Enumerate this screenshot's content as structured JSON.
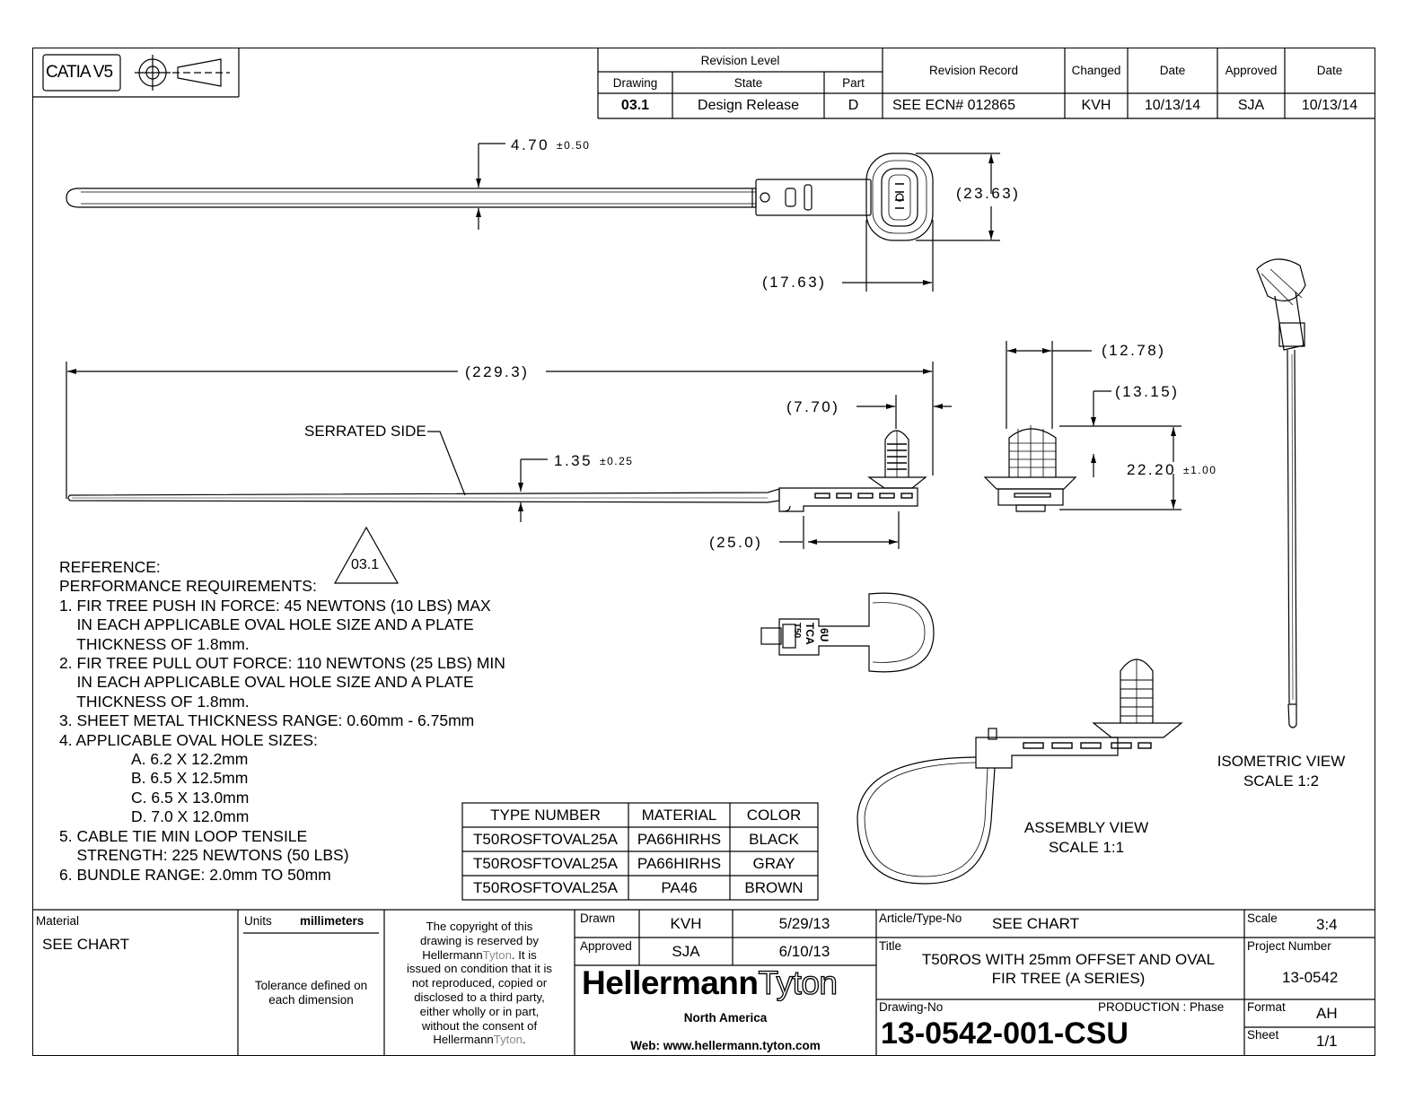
{
  "header": {
    "catia_label": "CATIA V5",
    "revision_level_label": "Revision Level",
    "drawing_label": "Drawing",
    "state_label": "State",
    "part_label": "Part",
    "drawing_value": "03.1",
    "state_value": "Design Release",
    "part_value": "D",
    "revision_record_label": "Revision Record",
    "revision_record_value": "SEE ECN#  012865",
    "changed_label": "Changed",
    "changed_value": "KVH",
    "date_label": "Date",
    "date_value": "10/13/14",
    "approved_label": "Approved",
    "approved_value": "SJA",
    "date2_label": "Date",
    "date2_value": "10/13/14"
  },
  "dimensions": {
    "thickness_top": "4.70",
    "thickness_top_tol": "±0.50",
    "head_height": "(23.63)",
    "head_width": "(17.63)",
    "overall_length": "(229.3)",
    "serrated_side": "SERRATED SIDE",
    "strap_thickness": "1.35",
    "strap_thickness_tol": "±0.25",
    "tree_offset_small": "(7.70)",
    "offset": "(25.0)",
    "tree_width_a": "(12.78)",
    "tree_width_b": "(13.15)",
    "tree_height": "22.20",
    "tree_height_tol": "±1.00"
  },
  "revision_triangle": "03.1",
  "head_marking": [
    "6U",
    "TCA",
    "T50"
  ],
  "notes": {
    "lines": [
      "REFERENCE:",
      "PERFORMANCE REQUIREMENTS:",
      "1. FIR TREE PUSH IN FORCE: 45 NEWTONS (10 LBS) MAX",
      "    IN EACH APPLICABLE OVAL HOLE SIZE AND A PLATE",
      "    THICKNESS OF 1.8mm.",
      "2. FIR TREE PULL OUT FORCE: 110 NEWTONS (25 LBS) MIN",
      "    IN EACH APPLICABLE OVAL HOLE SIZE AND A PLATE",
      "    THICKNESS OF 1.8mm.",
      "3. SHEET METAL THICKNESS RANGE: 0.60mm - 6.75mm",
      "4. APPLICABLE OVAL HOLE SIZES:",
      "A. 6.2 X 12.2mm",
      "B. 6.5 X 12.5mm",
      "C. 6.5 X 13.0mm",
      "D. 7.0 X 12.0mm",
      "5. CABLE TIE MIN LOOP TENSILE",
      "    STRENGTH: 225 NEWTONS (50 LBS)",
      "6. BUNDLE RANGE: 2.0mm TO 50mm"
    ]
  },
  "type_table": {
    "headers": [
      "TYPE NUMBER",
      "MATERIAL",
      "COLOR"
    ],
    "rows": [
      [
        "T50ROSFTOVAL25A",
        "PA66HIRHS",
        "BLACK"
      ],
      [
        "T50ROSFTOVAL25A",
        "PA66HIRHS",
        "GRAY"
      ],
      [
        "T50ROSFTOVAL25A",
        "PA46",
        "BROWN"
      ]
    ]
  },
  "views": {
    "assembly_title": "ASSEMBLY VIEW",
    "assembly_scale": "SCALE 1:1",
    "isometric_title": "ISOMETRIC VIEW",
    "isometric_scale": "SCALE 1:2"
  },
  "title_block": {
    "material_label": "Material",
    "material_value": "SEE CHART",
    "units_label": "Units",
    "units_value": "millimeters",
    "tolerance_line1": "Tolerance defined on",
    "tolerance_line2": "each dimension",
    "copyright": [
      "The copyright of this",
      "drawing is reserved by",
      "issued on condition that it is",
      "not reproduced, copied or",
      "disclosed to a third party,",
      "either wholly or in part,",
      "without the consent of"
    ],
    "copyright_company_a": "Hellermann",
    "copyright_company_b": "Tyton",
    "copyright_tail": ".  It is",
    "drawn_label": "Drawn",
    "drawn_by": "KVH",
    "drawn_date": "5/29/13",
    "approved_label": "Approved",
    "approved_by": "SJA",
    "approved_date": "6/10/13",
    "logo_a": "Hellermann",
    "logo_b": "Tyton",
    "region": "North America",
    "web": "Web: www.hellermann.tyton.com",
    "article_label": "Article/Type-No",
    "article_value": "SEE CHART",
    "title_label": "Title",
    "title_line1": "T50ROS WITH 25mm OFFSET AND OVAL",
    "title_line2": "FIR TREE (A SERIES)",
    "drawing_no_label": "Drawing-No",
    "phase": "PRODUCTION  : Phase",
    "drawing_no": "13-0542-001-CSU",
    "scale_label": "Scale",
    "scale_value": "3:4",
    "project_label": "Project Number",
    "project_value": "13-0542",
    "format_label": "Format",
    "format_value": "AH",
    "sheet_label": "Sheet",
    "sheet_value": "1/1"
  }
}
